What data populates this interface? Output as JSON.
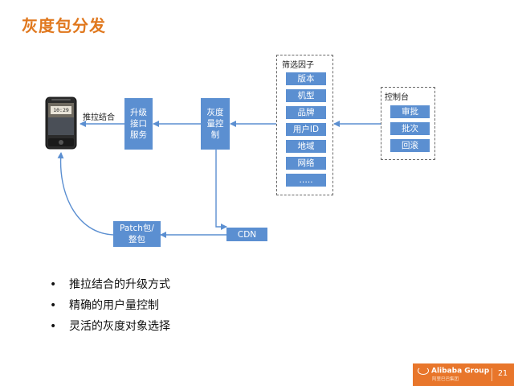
{
  "slide": {
    "title": "灰度包分发"
  },
  "diagram": {
    "push_pull_label": "推拉结合",
    "upgrade_service": [
      "升级",
      "接口",
      "服务"
    ],
    "gray_control": [
      "灰度",
      "量控",
      "制"
    ],
    "filter_group_title": "筛选因子",
    "filters": [
      "版本",
      "机型",
      "品牌",
      "用户ID",
      "地域",
      "网络",
      "….."
    ],
    "console_title": "控制台",
    "console_items": [
      "审批",
      "批次",
      "回滚"
    ],
    "patch_box": [
      "Patch包/",
      "整包"
    ],
    "cdn_label": "CDN",
    "phone_clock": "10:29"
  },
  "bullets": [
    "推拉结合的升级方式",
    "精确的用户量控制",
    "灵活的灰度对象选择"
  ],
  "footer": {
    "logo_text": "Alibaba Group",
    "logo_sub": "阿里巴巴集团",
    "page_number": "21"
  },
  "colors": {
    "title": "#e0781e",
    "box": "#5b8fd1",
    "arrow": "#5b8fd1",
    "footer": "#e8762b"
  }
}
